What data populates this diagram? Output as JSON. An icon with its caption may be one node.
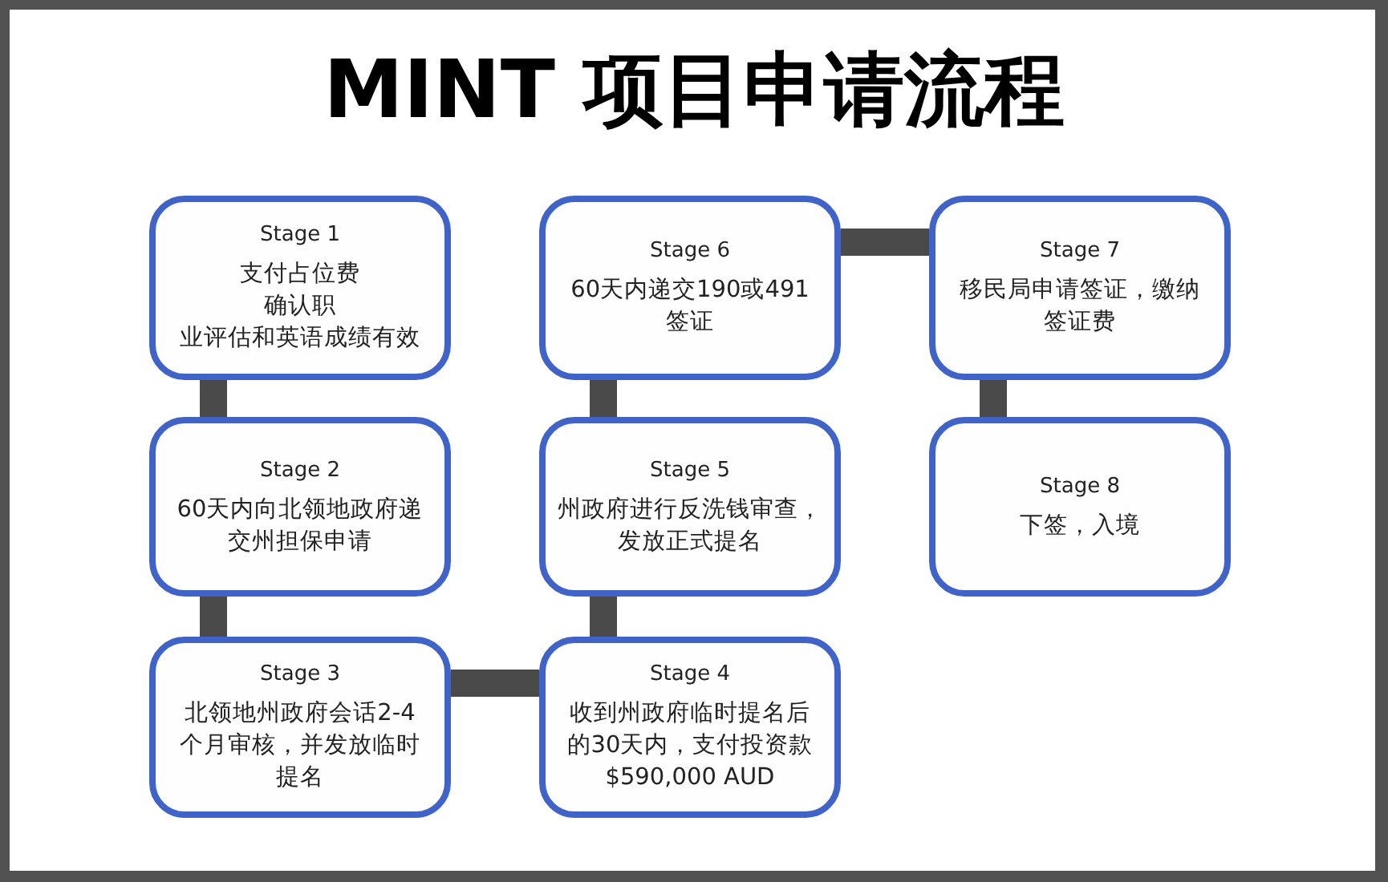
{
  "diagram": {
    "title": "MINT 项目申请流程",
    "nodes": [
      {
        "text": [
          "Stage 1",
          "支付占位费确认职业评估和英语成绩有效"
        ]
      },
      {
        "text": [
          "Stage 2",
          "60天内向北领地政府递交州担保申请"
        ]
      },
      {
        "text": [
          "Stage 3",
          "北领地州政府会话2-4个月审核，并发放临时提名"
        ]
      },
      {
        "text": [
          "Stage 4",
          "收到州政府临时提名后的30天内，支付投资款$590,000 AUD"
        ]
      },
      {
        "text": [
          "Stage 5",
          "州政府进行反洗钱审查，发放正式提名"
        ]
      },
      {
        "text": [
          "Stage 6",
          "60天内递交190或491签证"
        ]
      },
      {
        "text": [
          "Stage 7",
          "移民局申请签证，缴纳签证费"
        ]
      },
      {
        "text": [
          "Stage 8",
          "下签，入境"
        ]
      }
    ],
    "edges": [
      {
        "from": 0,
        "to": 1,
        "arrow": "none"
      },
      {
        "from": 1,
        "to": 2,
        "arrow": "none"
      },
      {
        "from": 2,
        "to": 3,
        "arrow": "none"
      },
      {
        "from": 3,
        "to": 4,
        "arrow": "none"
      },
      {
        "from": 4,
        "to": 5,
        "arrow": "none"
      },
      {
        "from": 5,
        "to": 6,
        "arrow": "none"
      },
      {
        "from": 6,
        "to": 7,
        "arrow": "none"
      }
    ]
  }
}
